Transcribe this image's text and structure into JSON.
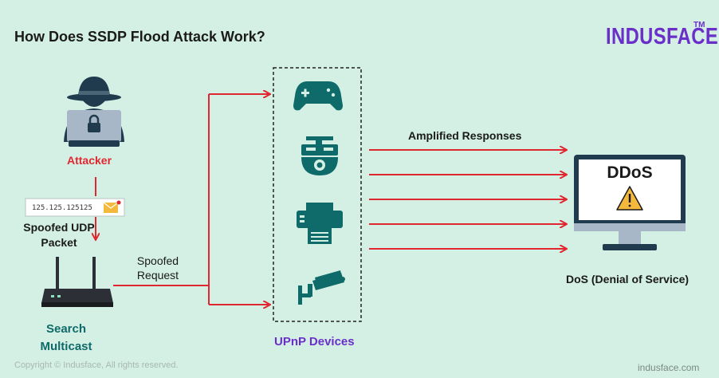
{
  "title": "How Does SSDP Flood Attack Work?",
  "brand": {
    "name": "INDUSFACE",
    "tm": "TM"
  },
  "attacker": {
    "label": "Attacker"
  },
  "packet": {
    "ip": "125.125.125125",
    "label_line1": "Spoofed UDP",
    "label_line2": "Packet"
  },
  "router": {
    "label_line1": "Search",
    "label_line2": "Multicast"
  },
  "request": {
    "label_line1": "Spoofed",
    "label_line2": "Request"
  },
  "upnp": {
    "label": "UPnP Devices",
    "devices": [
      "game-controller-icon",
      "dome-camera-icon",
      "printer-icon",
      "security-camera-icon"
    ]
  },
  "responses": {
    "label": "Amplified Responses",
    "count": 5
  },
  "target": {
    "screen_text": "DDoS",
    "label": "DoS (Denial of Service)"
  },
  "footer": {
    "copyright": "Copyright © Indusface, All rights reserved.",
    "site": "indusface.com"
  },
  "colors": {
    "background": "#d4f0e4",
    "arrow": "#e0262e",
    "icon": "#0f6a6a",
    "accent": "#6b2fc9"
  }
}
